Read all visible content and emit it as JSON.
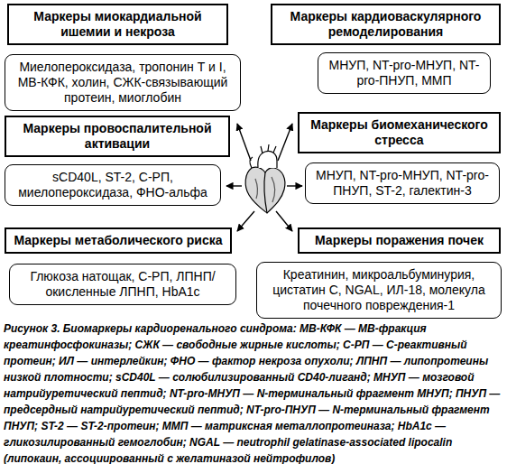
{
  "diagram": {
    "caption": "Рисунок 3. Биомаркеры кардиоренального синдрома: МВ-КФК — МВ-фракция креатинфосфокиназы; СЖК — свободные жирные кислоты; С-РП — С-реактивный протеин; ИЛ — интерлейкин; ФНО — фактор некроза опухоли; ЛПНП — липопротеины низкой плотности; sCD40L — солюбилизированный CD40-лиганд; МНУП — мозговой натрийуретический пептид; NT-pro-МНУП — N-терминальный фрагмент МНУП; ПНУП — предсердный натрийуретический пептид; NT-pro-ПНУП — N-терминальный фрагмент ПНУП; ST-2 — ST-2-протеин; ММП — матриксная металлопротеиназа; HbA1c — гликозилированный гемоглобин; NGAL — neutrophil gelatinase-associated lipocalin (липокаин, ассоциированный с желатиназой нейтрофилов)",
    "nodes": [
      {
        "text": [
          "Маркеры миокардиальной ишемии и некроза"
        ]
      },
      {
        "text": [
          "Миелопероксидаза, тропонин Т и I, МВ-КФК, холин, СЖК-связывающий протеин, миоглобин"
        ]
      },
      {
        "text": [
          "Маркеры кардиоваскулярного ремоделирования"
        ]
      },
      {
        "text": [
          "МНУП, NT-pro-МНУП, NT-pro-ПНУП, ММП"
        ]
      },
      {
        "text": [
          "Маркеры провоспалительной активации"
        ]
      },
      {
        "text": [
          "sCD40L, ST-2, С-РП, миелопероксидаза, ФНО-альфа"
        ]
      },
      {
        "text": [
          "Маркеры биомеханического стресса"
        ]
      },
      {
        "text": [
          "МНУП, NT-pro-МНУП, NT-pro-ПНУП, ST-2, галектин-3"
        ]
      },
      {
        "text": [
          "Маркеры метаболического риска"
        ]
      },
      {
        "text": [
          "Глюкоза натощак, С-РП, ЛПНП/окисленные ЛПНП, HbA1c"
        ]
      },
      {
        "text": [
          "Маркеры поражения почек"
        ]
      },
      {
        "text": [
          "Креатинин, микроальбуминурия, цистатин С, NGAL, ИЛ-18, молекула почечного повреждения-1"
        ]
      }
    ]
  }
}
